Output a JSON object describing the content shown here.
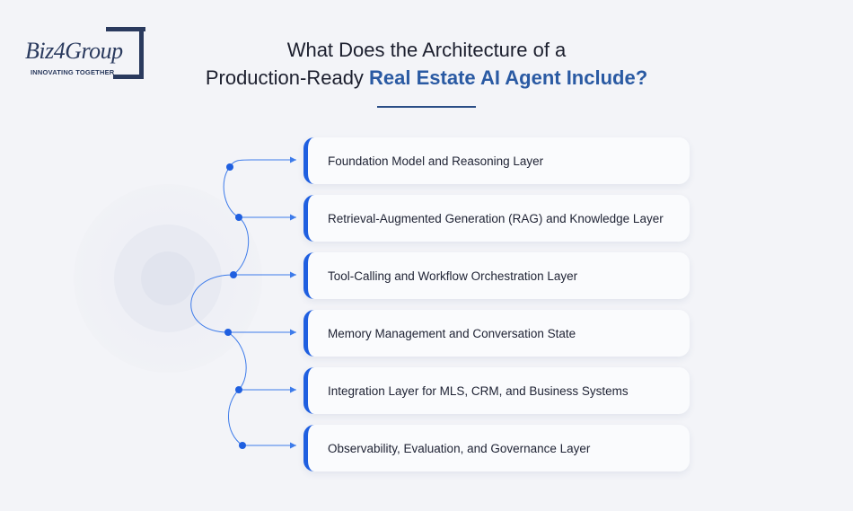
{
  "logo": {
    "text": "Biz4Group",
    "tagline": "INNOVATING TOGETHER"
  },
  "title": {
    "line1": "What Does the Architecture of a",
    "line2_plain": "Production-Ready ",
    "line2_accent": "Real Estate AI Agent Include?"
  },
  "layers": [
    {
      "label": "Foundation Model and Reasoning Layer"
    },
    {
      "label": "Retrieval-Augmented Generation (RAG) and Knowledge Layer"
    },
    {
      "label": "Tool-Calling and Workflow Orchestration Layer"
    },
    {
      "label": "Memory Management and Conversation State"
    },
    {
      "label": "Integration Layer for MLS, CRM, and Business Systems"
    },
    {
      "label": "Observability, Evaluation, and Governance Layer"
    }
  ],
  "colors": {
    "accent": "#1f5fe0",
    "title_accent": "#2a5aa3",
    "connector": "#3d7bea",
    "dark_navy": "#2a3a5e"
  }
}
